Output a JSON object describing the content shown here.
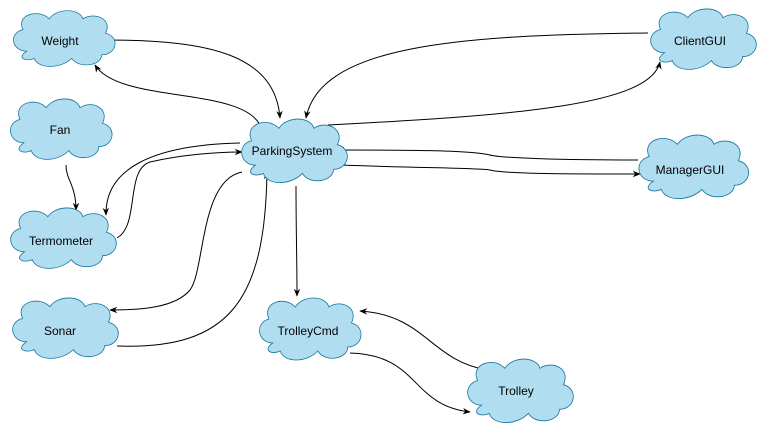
{
  "colors": {
    "cloud_fill": "#b1ddf0",
    "cloud_stroke": "#10739e",
    "edge": "#000000",
    "background": "#ffffff"
  },
  "nodes": {
    "weight": "Weight",
    "fan": "Fan",
    "termometer": "Termometer",
    "sonar": "Sonar",
    "parking_system": "ParkingSystem",
    "trolley_cmd": "TrolleyCmd",
    "trolley": "Trolley",
    "client_gui": "ClientGUI",
    "manager_gui": "ManagerGUI"
  },
  "edges": [
    {
      "from": "weight",
      "to": "parking_system"
    },
    {
      "from": "parking_system",
      "to": "weight"
    },
    {
      "from": "client_gui",
      "to": "parking_system"
    },
    {
      "from": "parking_system",
      "to": "client_gui"
    },
    {
      "from": "manager_gui",
      "to": "parking_system"
    },
    {
      "from": "parking_system",
      "to": "manager_gui"
    },
    {
      "from": "fan",
      "to": "termometer"
    },
    {
      "from": "parking_system",
      "to": "termometer"
    },
    {
      "from": "termometer",
      "to": "parking_system"
    },
    {
      "from": "parking_system",
      "to": "sonar"
    },
    {
      "from": "sonar",
      "to": "parking_system"
    },
    {
      "from": "parking_system",
      "to": "trolley_cmd"
    },
    {
      "from": "trolley_cmd",
      "to": "trolley"
    },
    {
      "from": "trolley",
      "to": "trolley_cmd"
    }
  ]
}
